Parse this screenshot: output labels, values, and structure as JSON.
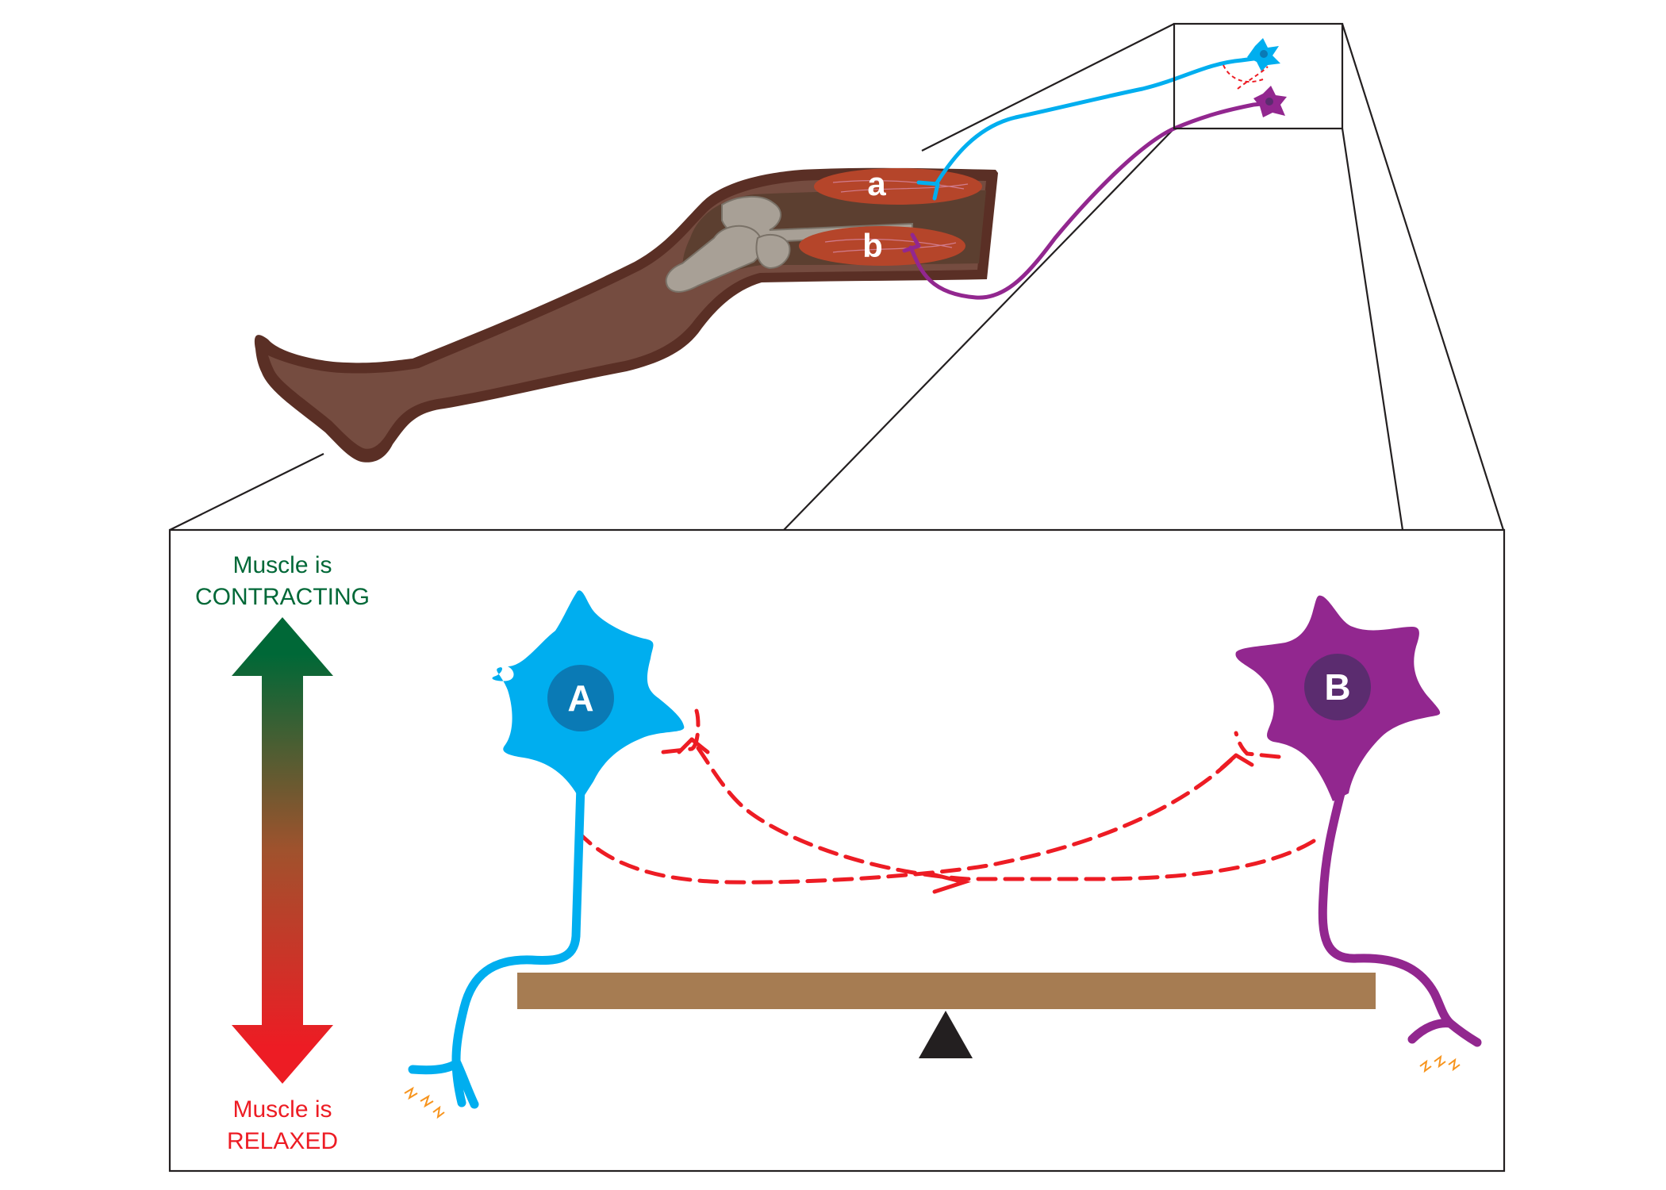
{
  "leg": {
    "muscle_a_label": "a",
    "muscle_b_label": "b"
  },
  "inset": {
    "top_label_line1": "Muscle is",
    "top_label_line2": "CONTRACTING",
    "bottom_label_line1": "Muscle is",
    "bottom_label_line2": "RELAXED",
    "neuron_a_label": "A",
    "neuron_b_label": "B"
  },
  "colors": {
    "neuron_a": "#00aeef",
    "neuron_a_badge": "#0a7ab5",
    "neuron_b": "#92278f",
    "neuron_b_badge": "#5b2c6f",
    "inhibitory": "#ed1c24",
    "contracting": "#006837",
    "relaxed": "#ed1c24",
    "seesaw_beam": "#a67c52",
    "leg_skin": "#754c40",
    "leg_outline": "#5a2f25",
    "muscle": "#b5452a",
    "bone": "#a8a096",
    "spark": "#f7941d"
  }
}
